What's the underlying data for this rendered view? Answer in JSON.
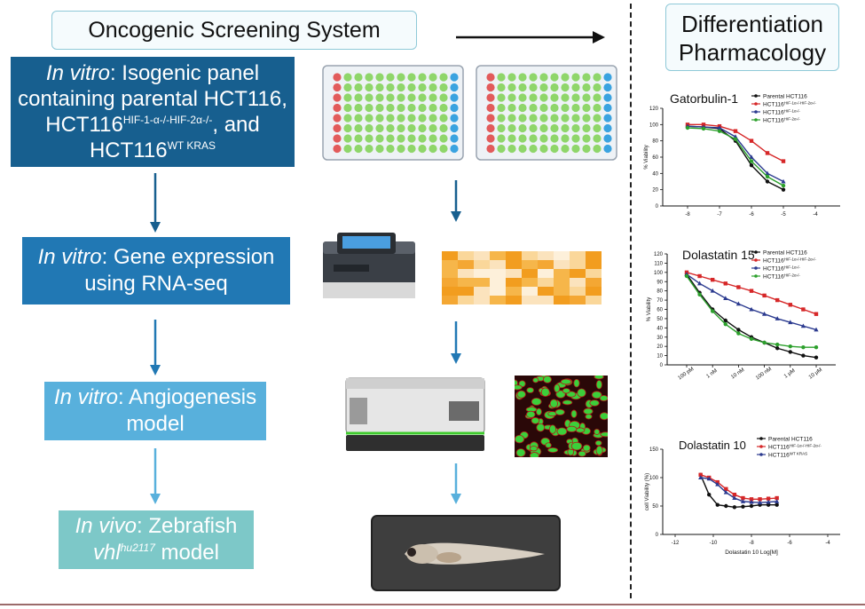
{
  "header": {
    "title": "Oncogenic Screening System",
    "right_title_line1": "Differentiation",
    "right_title_line2": "Pharmacology"
  },
  "steps": [
    {
      "italic": "In vitro",
      "line1": ": Isogenic panel",
      "line2": "containing parental HCT116,",
      "line3_a": "HCT116",
      "line3_sup": "HIF-1-α-/-HIF-2α-/-",
      "line3_b": ", and",
      "line4_a": "HCT116",
      "line4_sup": "WT KRAS"
    },
    {
      "italic": "In vitro",
      "line1": ": Gene expression",
      "line2": "using RNA-seq"
    },
    {
      "italic": "In vitro",
      "line1": ": Angiogenesis",
      "line2": "model"
    },
    {
      "italic": "In vivo",
      "line1": ": Zebrafish",
      "line2_italic": "vhl",
      "line2_sup": "hu2117",
      "line2_b": " model"
    }
  ],
  "colors": {
    "step1": "#175f8f",
    "step2": "#2178b4",
    "step3": "#58b0dc",
    "step4": "#7dc8c8",
    "series_black": "#111111",
    "series_red": "#d62728",
    "series_blue": "#2b3a8f",
    "series_green": "#2ca02c"
  },
  "chart_data": [
    {
      "type": "line",
      "title": "Gatorbulin-1",
      "ylabel": "% Viability",
      "xlim": [
        -8,
        -4
      ],
      "ylim": [
        0,
        120
      ],
      "x_ticks": [
        "-8",
        "-7",
        "-6",
        "-5",
        "-4"
      ],
      "y_ticks": [
        "0",
        "20",
        "40",
        "60",
        "80",
        "100",
        "120"
      ],
      "x": [
        -8,
        -7.5,
        -7,
        -6.5,
        -6,
        -5.5,
        -5
      ],
      "series": [
        {
          "name": "Parental HCT116",
          "values": [
            98,
            97,
            95,
            80,
            50,
            30,
            20
          ]
        },
        {
          "name": "HCT116^HIF-1α-/-HIF-2α-/-",
          "values": [
            100,
            100,
            98,
            92,
            80,
            65,
            55
          ]
        },
        {
          "name": "HCT116^HIF-1α-/-",
          "values": [
            98,
            97,
            96,
            85,
            60,
            40,
            30
          ]
        },
        {
          "name": "HCT116^HIF-2α-/-",
          "values": [
            96,
            95,
            92,
            82,
            55,
            36,
            25
          ]
        }
      ]
    },
    {
      "type": "line",
      "title": "Dolastatin 15",
      "ylabel": "% Viability",
      "ylim": [
        0,
        120
      ],
      "x_ticks": [
        "100 pM",
        "1 nM",
        "10 nM",
        "100 nM",
        "1 μM",
        "10 μM"
      ],
      "y_ticks": [
        "0",
        "10",
        "20",
        "30",
        "40",
        "50",
        "60",
        "70",
        "80",
        "90",
        "100",
        "110",
        "120"
      ],
      "x": [
        0,
        0.5,
        1,
        1.5,
        2,
        2.5,
        3,
        3.5,
        4,
        4.5,
        5
      ],
      "series": [
        {
          "name": "Parental HCT116",
          "values": [
            98,
            78,
            60,
            48,
            38,
            30,
            24,
            18,
            14,
            10,
            8
          ]
        },
        {
          "name": "HCT116^HIF-1α-/-HIF-2α-/-",
          "values": [
            100,
            96,
            92,
            88,
            84,
            80,
            75,
            70,
            65,
            60,
            55
          ]
        },
        {
          "name": "HCT116^HIF-1α-/-",
          "values": [
            98,
            88,
            80,
            72,
            66,
            60,
            55,
            50,
            46,
            42,
            38
          ]
        },
        {
          "name": "HCT116^HIF-2α-/-",
          "values": [
            96,
            76,
            58,
            44,
            34,
            28,
            24,
            22,
            20,
            19,
            19
          ]
        }
      ]
    },
    {
      "type": "line",
      "title": "Dolastatin 10",
      "ylabel": "cell Viability (%)",
      "xlabel": "Dolastatin 10 Log[M]",
      "xlim": [
        -12,
        -3
      ],
      "ylim": [
        0,
        150
      ],
      "x_ticks": [
        "-12",
        "-10",
        "-8",
        "-6",
        "-4"
      ],
      "y_ticks": [
        "0",
        "50",
        "100",
        "150"
      ],
      "x": [
        -10.5,
        -10,
        -9.5,
        -9,
        -8.5,
        -8,
        -7.5,
        -7,
        -6.5,
        -6
      ],
      "series": [
        {
          "name": "Parental HCT116",
          "values": [
            105,
            70,
            52,
            50,
            48,
            49,
            50,
            52,
            52,
            52
          ]
        },
        {
          "name": "HCT116^HIF-1α-/-HIF-2α-/-",
          "values": [
            105,
            100,
            92,
            80,
            70,
            64,
            62,
            62,
            63,
            64
          ]
        },
        {
          "name": "HCT116^WT KRAS",
          "values": [
            100,
            98,
            88,
            74,
            64,
            58,
            57,
            56,
            57,
            58
          ]
        }
      ]
    }
  ]
}
